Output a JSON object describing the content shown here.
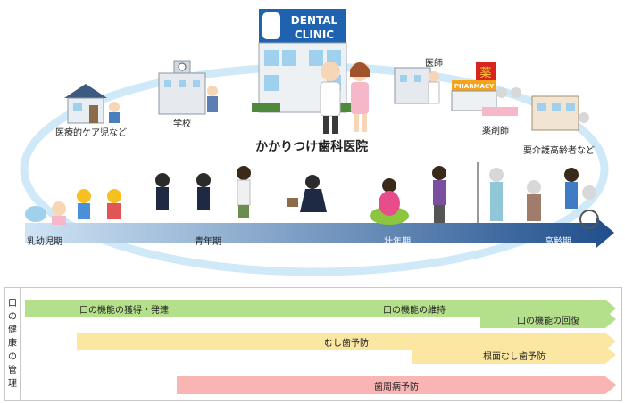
{
  "clinic_sign": [
    "DENTAL",
    "CLINIC"
  ],
  "places": {
    "medical_care_child": "医療的ケア児など",
    "school": "学校",
    "dentist": "かかりつけ歯科医院",
    "doctor": "医師",
    "pharmacy_sign": "PHARMACY",
    "pharmacy_kanji": "薬",
    "pharmacist": "薬剤師",
    "elderly_care": "要介護高齢者など"
  },
  "life_stages": [
    "乳幼児期",
    "青年期",
    "壮年期",
    "高齢期"
  ],
  "panel": {
    "vertical_label": [
      "口",
      "の",
      "健",
      "康",
      "の",
      "管",
      "理"
    ],
    "bars": [
      {
        "label": "口の機能の獲得・発達",
        "color": "green"
      },
      {
        "label": "口の機能の維持",
        "color": "green"
      },
      {
        "label": "口の機能の回復",
        "color": "green"
      },
      {
        "label": "むし歯予防",
        "color": "yellow"
      },
      {
        "label": "根面むし歯予防",
        "color": "yellow"
      },
      {
        "label": "歯周病予防",
        "color": "pink"
      }
    ]
  },
  "colors": {
    "ring": "#cfe9f8",
    "timeline_start": "#cfe4f5",
    "timeline_end": "#1f4e8c",
    "green": "#b5e08b",
    "yellow": "#fbe7a1",
    "pink": "#f9b4b4"
  }
}
